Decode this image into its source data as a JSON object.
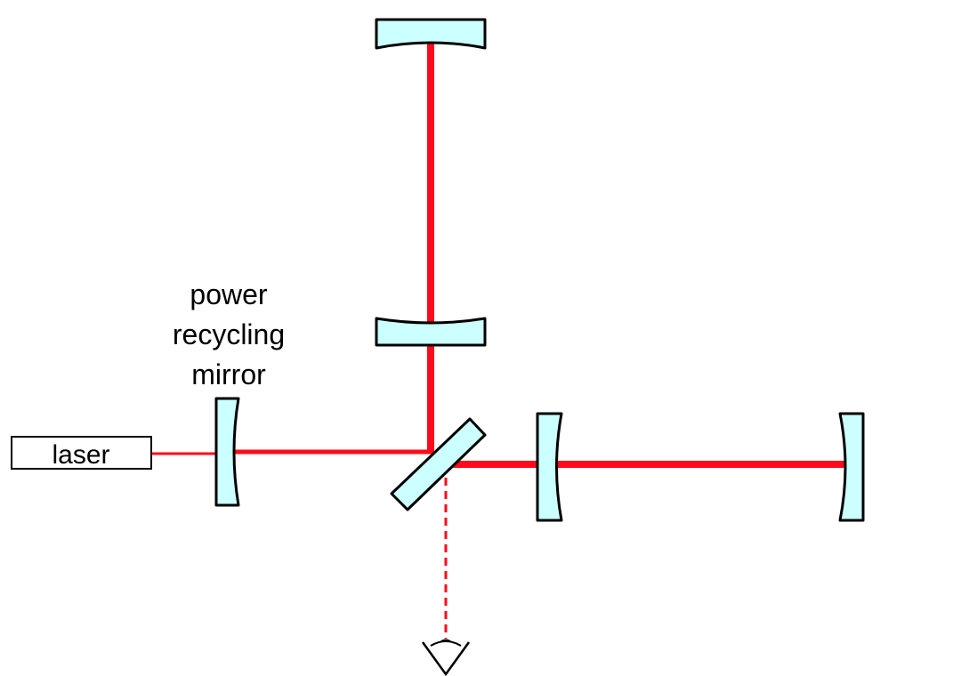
{
  "laser": {
    "label": "laser"
  },
  "power_recycling_mirror": {
    "label_lines": [
      "power",
      "recycling",
      "mirror"
    ]
  },
  "colors": {
    "beam": "#ff0a1a",
    "mirror_fill": "#ccffff",
    "outline": "#000000",
    "background": "#ffffff"
  }
}
